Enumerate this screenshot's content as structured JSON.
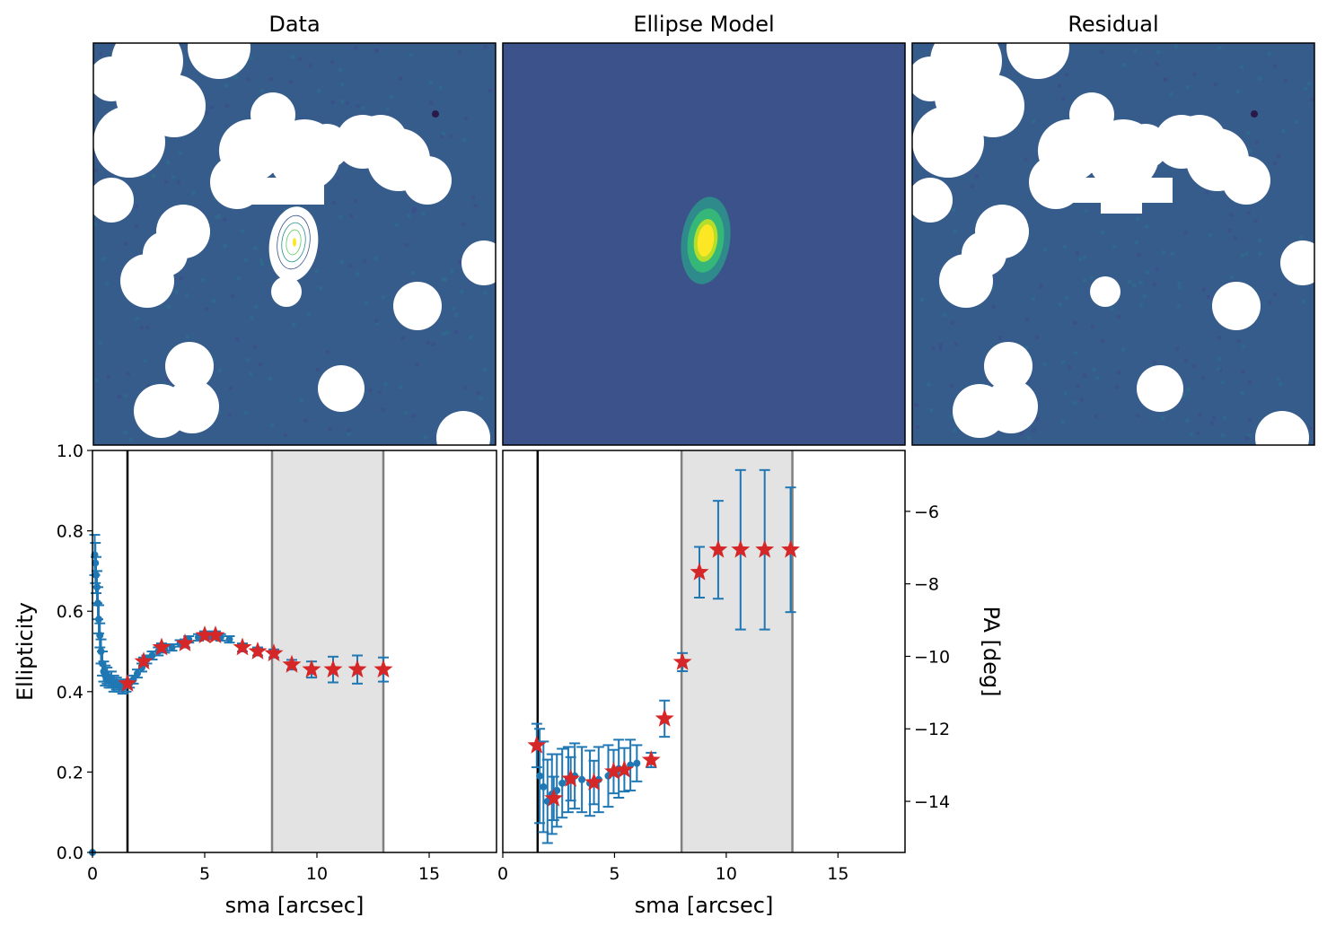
{
  "panels": {
    "data_title": "Data",
    "model_title": "Ellipse Model",
    "residual_title": "Residual"
  },
  "colors": {
    "sky": "#365c8c",
    "model_bg": "#3b528b",
    "points": "#1f77b4",
    "stars": "#d62728",
    "shade": "#e3e3e3",
    "bound": "#808080"
  },
  "chart_data": [
    {
      "type": "scatter",
      "name": "ellipticity",
      "xlabel": "sma [arcsec]",
      "ylabel": "Ellipticity",
      "xlim": [
        0,
        18
      ],
      "ylim": [
        0,
        1
      ],
      "xticks": [
        0,
        5,
        10,
        15
      ],
      "xtick_labels": [
        "0",
        "5",
        "10",
        "15"
      ],
      "yticks": [
        0,
        0.2,
        0.4,
        0.6,
        0.8,
        1.0
      ],
      "ytick_labels": [
        "0.0",
        "0.2",
        "0.4",
        "0.6",
        "0.8",
        "1.0"
      ],
      "vline": 1.56,
      "shaded_range": [
        8.0,
        12.96
      ],
      "points": {
        "x": [
          0.0,
          0.1,
          0.13,
          0.16,
          0.2,
          0.24,
          0.28,
          0.33,
          0.38,
          0.44,
          0.5,
          0.57,
          0.65,
          0.74,
          0.84,
          0.95,
          1.07,
          1.2,
          1.35,
          1.5,
          1.65,
          1.82,
          2.0,
          2.2,
          2.42,
          2.66,
          2.93,
          3.22,
          3.54,
          3.9,
          4.29,
          4.72,
          5.19,
          5.71,
          6.1
        ],
        "y": [
          0.0,
          0.74,
          0.72,
          0.69,
          0.66,
          0.62,
          0.58,
          0.54,
          0.5,
          0.47,
          0.45,
          0.44,
          0.44,
          0.43,
          0.43,
          0.42,
          0.42,
          0.415,
          0.41,
          0.415,
          0.42,
          0.43,
          0.445,
          0.46,
          0.48,
          0.49,
          0.5,
          0.505,
          0.51,
          0.52,
          0.53,
          0.535,
          0.54,
          0.535,
          0.53
        ],
        "err": [
          0,
          0.05,
          0.05,
          0.045,
          0.04,
          0.04,
          0.035,
          0.03,
          0.03,
          0.03,
          0.025,
          0.025,
          0.02,
          0.02,
          0.02,
          0.02,
          0.015,
          0.015,
          0.015,
          0.015,
          0.01,
          0.01,
          0.01,
          0.01,
          0.01,
          0.01,
          0.01,
          0.008,
          0.008,
          0.008,
          0.008,
          0.008,
          0.008,
          0.008,
          0.008
        ]
      },
      "stars": {
        "x": [
          1.56,
          2.28,
          3.08,
          4.12,
          5.0,
          5.48,
          6.68,
          7.36,
          8.08,
          8.88,
          9.76,
          10.72,
          11.8,
          12.96
        ],
        "y": [
          0.42,
          0.475,
          0.51,
          0.52,
          0.54,
          0.54,
          0.51,
          0.5,
          0.495,
          0.467,
          0.455,
          0.455,
          0.455,
          0.455
        ],
        "err": [
          0.01,
          0.01,
          0.01,
          0.01,
          0.01,
          0.01,
          0.01,
          0.01,
          0.01,
          0.012,
          0.02,
          0.032,
          0.035,
          0.03
        ]
      }
    },
    {
      "type": "scatter",
      "name": "position-angle",
      "xlabel": "sma [arcsec]",
      "ylabel": "PA [deg]",
      "xlim": [
        0,
        18
      ],
      "ylim": [
        -15.41,
        -4.32
      ],
      "xticks": [
        0,
        5,
        10,
        15
      ],
      "xtick_labels": [
        "0",
        "5",
        "10",
        "15"
      ],
      "yticks": [
        -6,
        -8,
        -10,
        -12,
        -14
      ],
      "ytick_labels": [
        "−6",
        "−8",
        "−10",
        "−12",
        "−14"
      ],
      "vline": 1.56,
      "shaded_range": [
        8.0,
        12.96
      ],
      "points": {
        "x": [
          1.65,
          1.82,
          2.0,
          2.2,
          2.42,
          2.66,
          2.93,
          3.22,
          3.54,
          3.9,
          4.29,
          4.72,
          5.19,
          5.71,
          6.0
        ],
        "y": [
          -13.3,
          -13.6,
          -14.0,
          -13.8,
          -13.7,
          -13.5,
          -13.4,
          -13.3,
          -13.4,
          -13.5,
          -13.4,
          -13.3,
          -13.1,
          -13.0,
          -12.95
        ],
        "err": [
          1.3,
          1.25,
          1.15,
          1.1,
          1.0,
          0.95,
          0.9,
          0.9,
          0.9,
          0.9,
          0.9,
          0.85,
          0.8,
          0.7,
          0.5
        ]
      },
      "stars": {
        "x": [
          1.52,
          2.28,
          3.04,
          4.08,
          4.96,
          5.44,
          6.64,
          7.24,
          8.04,
          8.8,
          9.64,
          10.64,
          11.72,
          12.88
        ],
        "y": [
          -12.46,
          -13.92,
          -13.38,
          -13.48,
          -13.18,
          -13.13,
          -12.86,
          -11.72,
          -10.16,
          -7.68,
          -7.06,
          -7.06,
          -7.06,
          -7.06
        ],
        "err": [
          0.6,
          0.6,
          0.6,
          0.6,
          0.6,
          0.6,
          0.2,
          0.5,
          0.25,
          0.7,
          1.35,
          2.2,
          2.2,
          1.72
        ]
      }
    }
  ]
}
